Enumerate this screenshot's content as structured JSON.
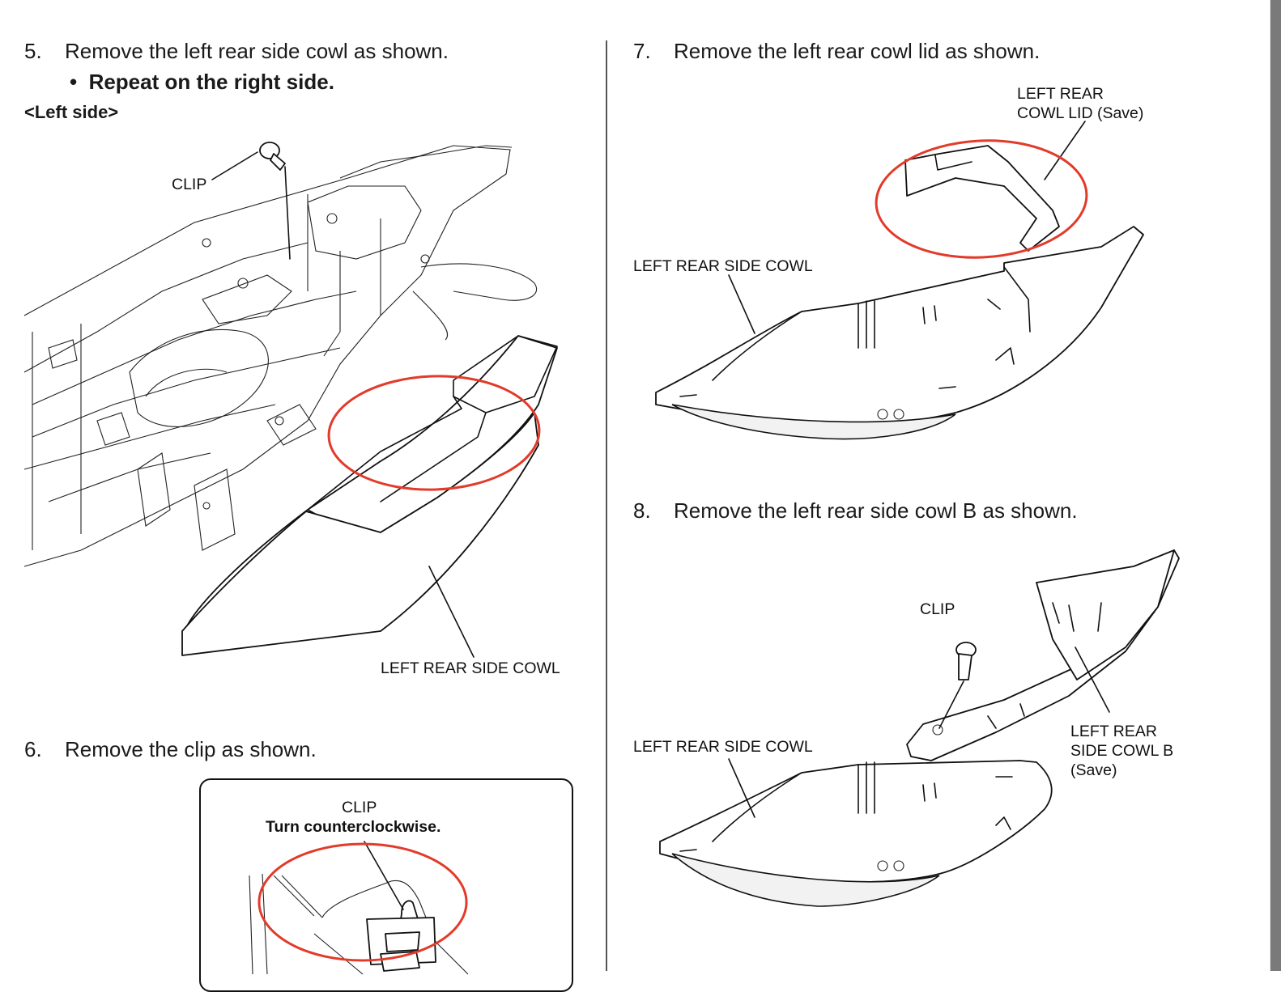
{
  "document": {
    "left_column": {
      "step5": {
        "number": "5.",
        "text": "Remove the left rear side cowl as shown.",
        "bullet": "Repeat on the right side.",
        "subheading": "<Left side>",
        "figure_labels": {
          "clip": "CLIP",
          "part": "LEFT REAR SIDE COWL"
        }
      },
      "step6": {
        "number": "6.",
        "text": "Remove the clip as shown.",
        "figure_labels": {
          "clip": "CLIP",
          "instruction": "Turn counterclockwise."
        }
      }
    },
    "right_column": {
      "step7": {
        "number": "7.",
        "text": "Remove the left rear cowl lid as shown.",
        "figure_labels": {
          "lid_line1": "LEFT REAR",
          "lid_line2": "COWL LID (Save)",
          "cowl": "LEFT REAR SIDE COWL"
        }
      },
      "step8": {
        "number": "8.",
        "text": "Remove the left rear side cowl B as shown.",
        "figure_labels": {
          "clip": "CLIP",
          "cowl": "LEFT REAR SIDE COWL",
          "cowl_b_line1": "LEFT REAR",
          "cowl_b_line2": "SIDE COWL B",
          "cowl_b_line3": "(Save)"
        }
      }
    },
    "highlight_color": "#e23b2a"
  }
}
